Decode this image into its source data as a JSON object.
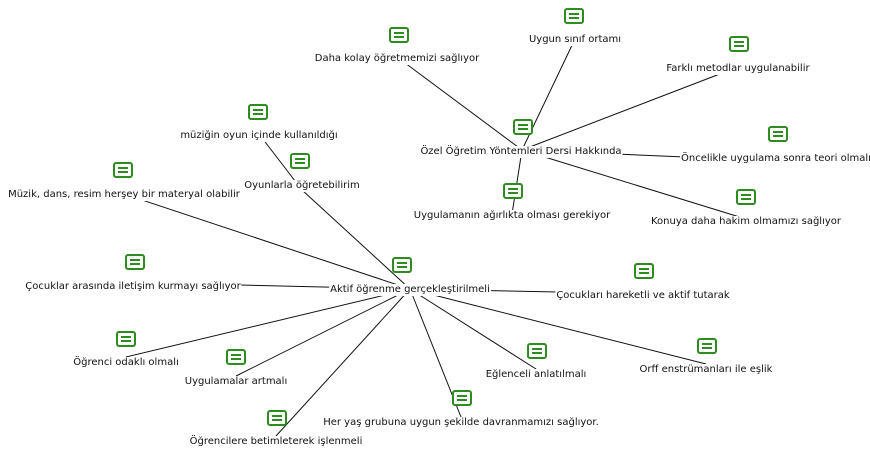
{
  "colors": {
    "edge": "#111111",
    "icon": "#2e8b1f"
  },
  "icon_name": "note-list-icon",
  "nodes": [
    {
      "id": "ozel",
      "label": "Özel Öğretim Yöntemleri Dersi Hakkında"
    },
    {
      "id": "aktif",
      "label": "Aktif öğrenme gerçekleştirilmeli"
    },
    {
      "id": "daha",
      "label": "Daha kolay öğretmemizi sağlıyor"
    },
    {
      "id": "uygun",
      "label": "Uygun sınıf ortamı"
    },
    {
      "id": "farkli",
      "label": "Farklı metodlar uygulanabilir"
    },
    {
      "id": "oncelik",
      "label": "Öncelikle uygulama sonra teori olmalı"
    },
    {
      "id": "konuya",
      "label": "Konuya daha hakim olmamızı sağlıyor"
    },
    {
      "id": "agirlik",
      "label": "Uygulamanın ağırlıkta olması gerekiyor"
    },
    {
      "id": "muzigin",
      "label": "müziğin oyun içinde kullanıldığı"
    },
    {
      "id": "oyun",
      "label": "Oyunlarla öğretebilirim"
    },
    {
      "id": "muzik",
      "label": "Müzik, dans, resim herşey bir materyal olabilir"
    },
    {
      "id": "iletisim",
      "label": "Çocuklar arasında iletişim kurmayı sağlıyor"
    },
    {
      "id": "hareket",
      "label": "Çocukları hareketli ve aktif tutarak"
    },
    {
      "id": "odakli",
      "label": "Öğrenci odaklı olmalı"
    },
    {
      "id": "uygulama",
      "label": "Uygulamalar artmalı"
    },
    {
      "id": "eglence",
      "label": "Eğlenceli anlatılmalı"
    },
    {
      "id": "orff",
      "label": "Orff enstrümanları ile eşlik"
    },
    {
      "id": "heryas",
      "label": "Her yaş grubuna uygun şekilde davranmamızı sağlıyor."
    },
    {
      "id": "betim",
      "label": "Öğrencilere betimleterek işlenmeli"
    }
  ],
  "edges": [
    [
      "ozel",
      "daha"
    ],
    [
      "ozel",
      "uygun"
    ],
    [
      "ozel",
      "farkli"
    ],
    [
      "ozel",
      "oncelik"
    ],
    [
      "ozel",
      "konuya"
    ],
    [
      "ozel",
      "agirlik"
    ],
    [
      "aktif",
      "oyun"
    ],
    [
      "aktif",
      "muzik"
    ],
    [
      "aktif",
      "iletisim"
    ],
    [
      "aktif",
      "hareket"
    ],
    [
      "aktif",
      "odakli"
    ],
    [
      "aktif",
      "uygulama"
    ],
    [
      "aktif",
      "eglence"
    ],
    [
      "aktif",
      "orff"
    ],
    [
      "aktif",
      "heryas"
    ],
    [
      "aktif",
      "betim"
    ],
    [
      "oyun",
      "muzigin"
    ]
  ]
}
